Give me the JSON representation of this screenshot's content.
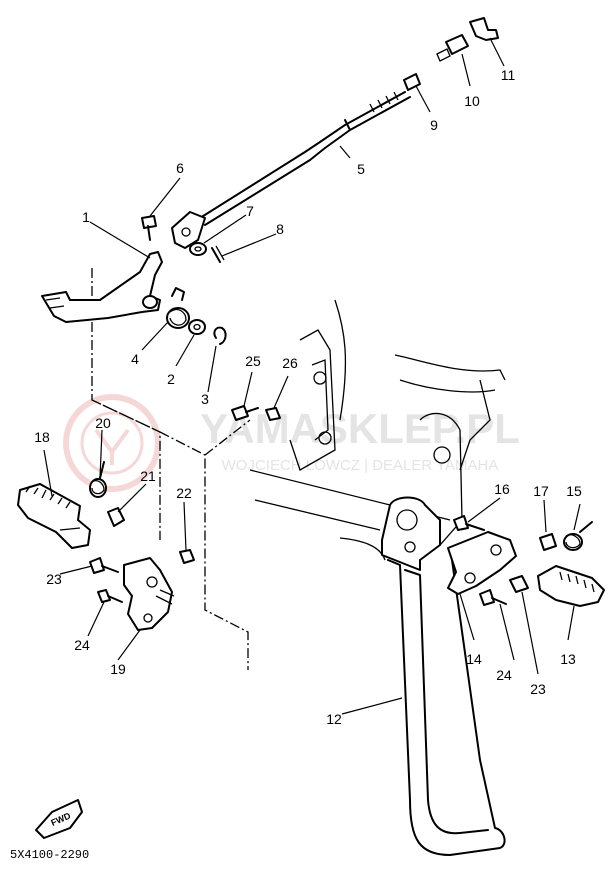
{
  "watermark": {
    "brand": "YAMASKLEP.PL",
    "tagline": "WOJCIECH ŁOWCZ | DEALER YAMAHA"
  },
  "diagram_code": "5X4100-2290",
  "fwd_label": "FWD",
  "callouts": {
    "c1": "1",
    "c2": "2",
    "c3": "3",
    "c4": "4",
    "c5": "5",
    "c6": "6",
    "c7": "7",
    "c8": "8",
    "c9": "9",
    "c10": "10",
    "c11": "11",
    "c12": "12",
    "c13": "13",
    "c14": "14",
    "c15": "15",
    "c16": "16",
    "c17": "17",
    "c18": "18",
    "c19": "19",
    "c20": "20",
    "c21": "21",
    "c22": "22",
    "c23a": "23",
    "c23b": "23",
    "c24a": "24",
    "c24b": "24",
    "c25": "25",
    "c26": "26"
  }
}
